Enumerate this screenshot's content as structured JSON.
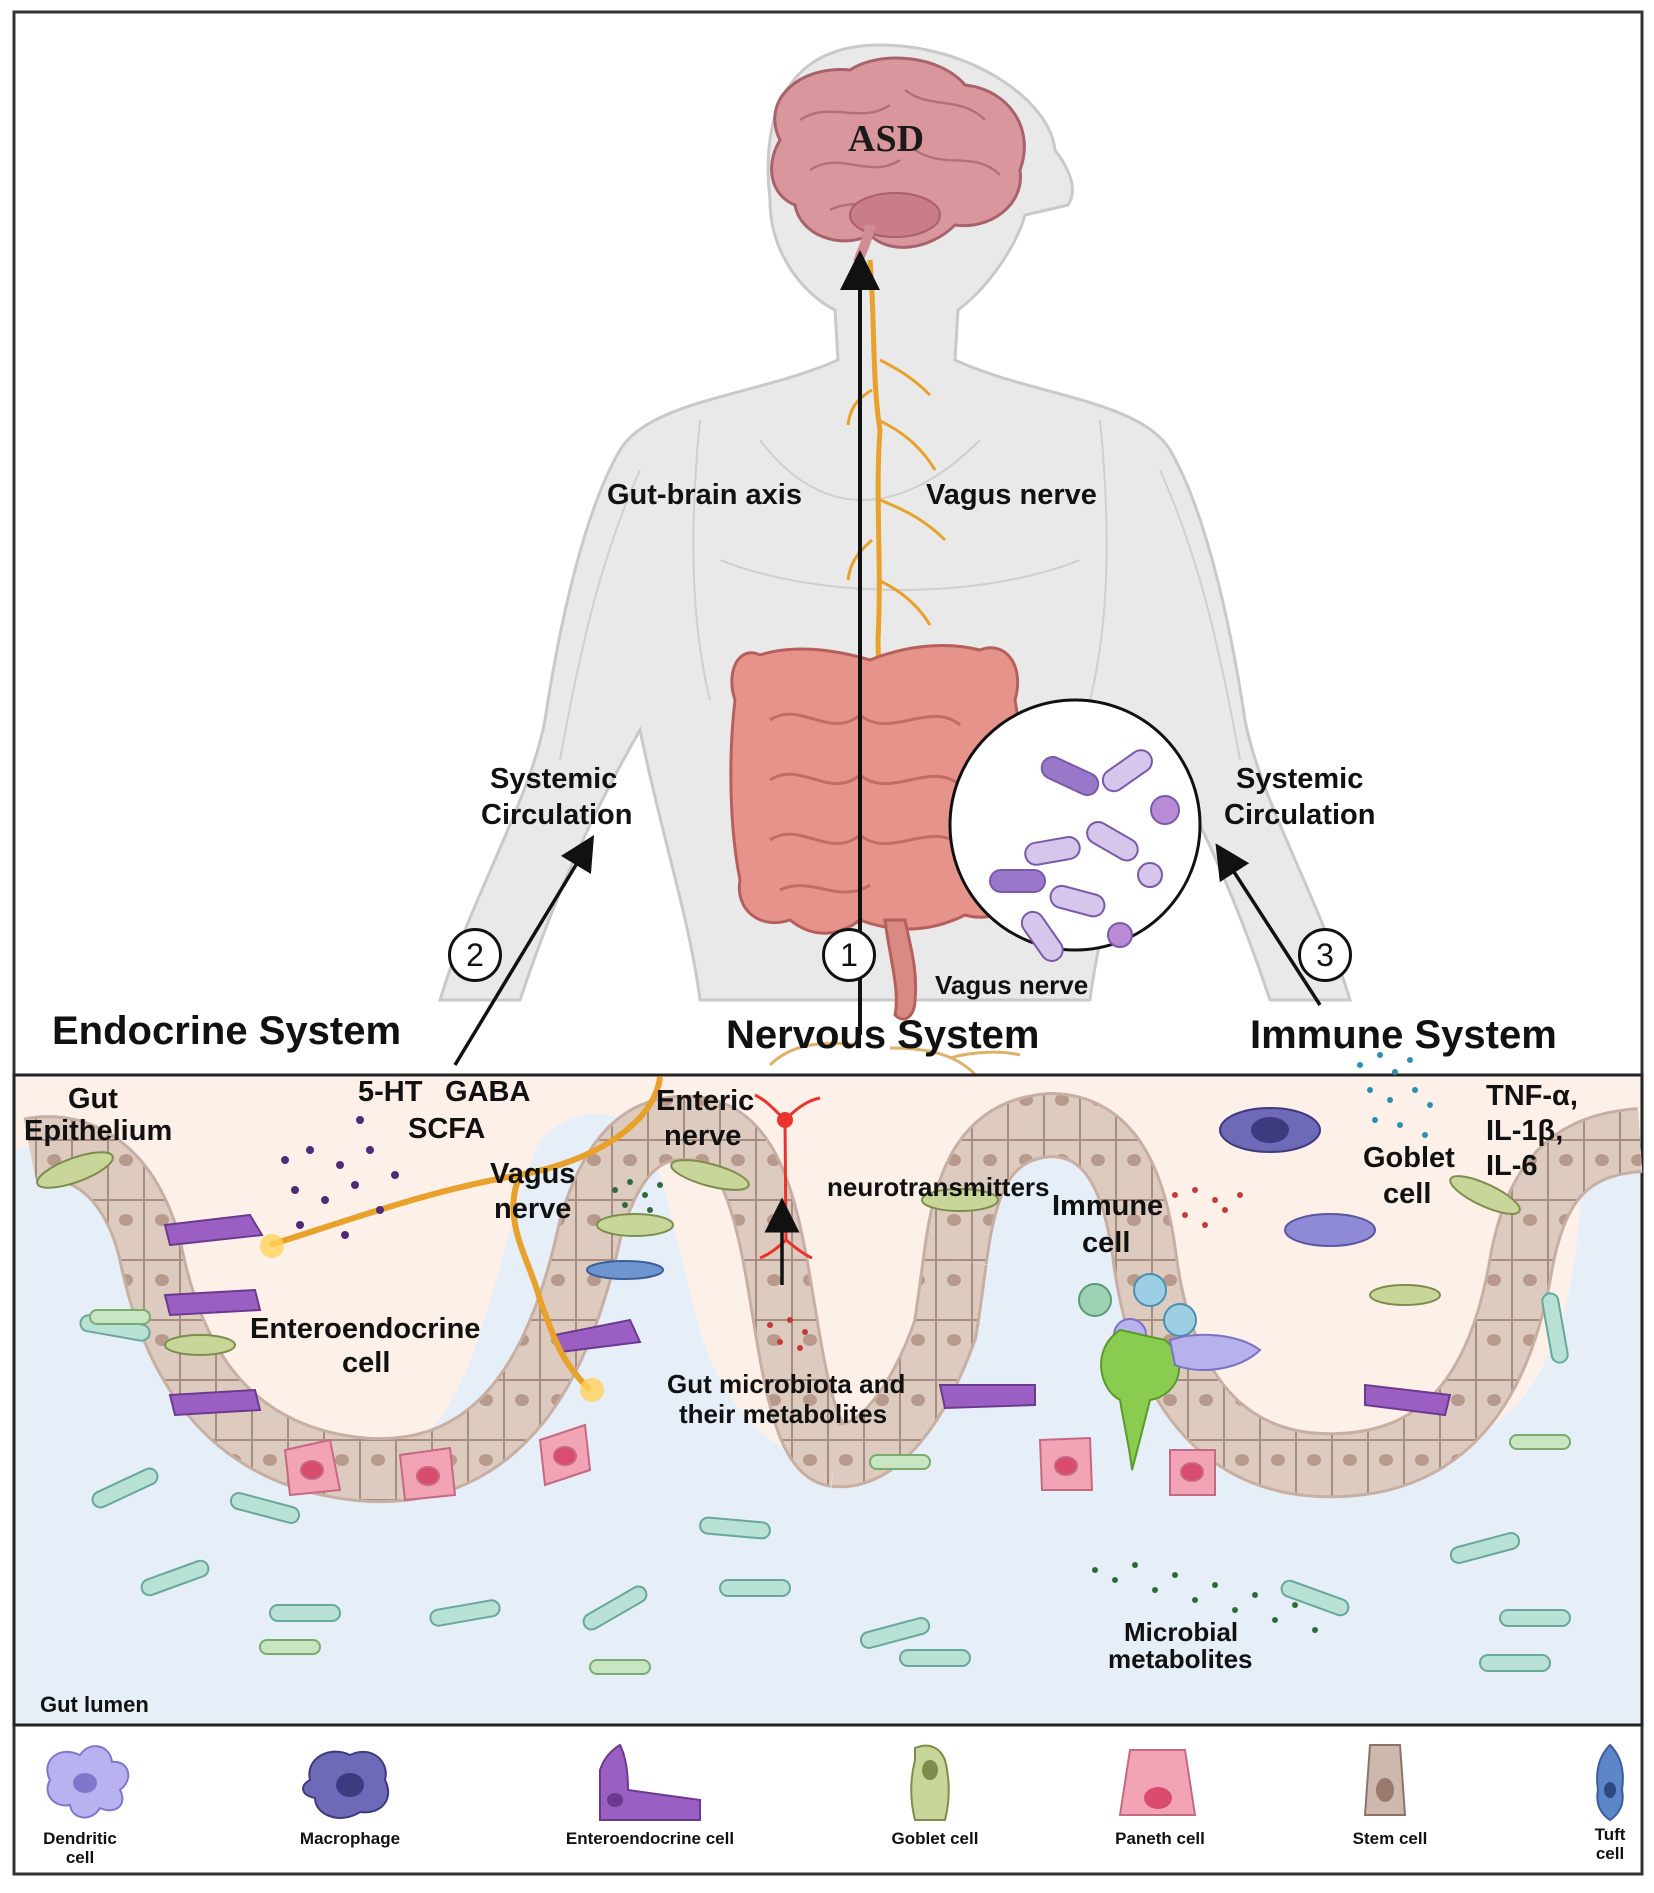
{
  "diagram": {
    "top": {
      "brain_label": "ASD",
      "gut_brain_axis": "Gut-brain axis",
      "vagus_nerve_upper": "Vagus nerve",
      "vagus_nerve_lower": "Vagus nerve",
      "systemic_left_1": "Systemic",
      "systemic_left_2": "Circulation",
      "systemic_right_1": "Systemic",
      "systemic_right_2": "Circulation",
      "step_1": "1",
      "step_2": "2",
      "step_3": "3",
      "endocrine_system": "Endocrine System",
      "nervous_system": "Nervous System",
      "immune_system": "Immune System"
    },
    "gut": {
      "gut_epithelium_1": "Gut",
      "gut_epithelium_2": "Epithelium",
      "ht5": "5-HT",
      "gaba": "GABA",
      "scfa": "SCFA",
      "vagus_nerve_1": "Vagus",
      "vagus_nerve_2": "nerve",
      "enteric_nerve_1": "Enteric",
      "enteric_nerve_2": "nerve",
      "neurotransmitters": "neurotransmitters",
      "immune_cell_1": "Immune",
      "immune_cell_2": "cell",
      "goblet_cell_1": "Goblet",
      "goblet_cell_2": "cell",
      "tnf": "TNF-α,",
      "il1b": "IL-1β,",
      "il6": "IL-6",
      "enteroendocrine_1": "Enteroendocrine",
      "enteroendocrine_2": "cell",
      "microbiota_1": "Gut microbiota and",
      "microbiota_2": "their metabolites",
      "microbial_metabolites_1": "Microbial",
      "microbial_metabolites_2": "metabolites",
      "gut_lumen": "Gut lumen"
    },
    "legend": [
      {
        "label_1": "Dendritic",
        "label_2": "cell",
        "icon": "dendritic-cell-icon",
        "color": "#b8b2f0"
      },
      {
        "label_1": "Macrophage",
        "label_2": "",
        "icon": "macrophage-icon",
        "color": "#6e6ab8"
      },
      {
        "label_1": "Enteroendocrine cell",
        "label_2": "",
        "icon": "enteroendocrine-cell-icon",
        "color": "#9b5fc4"
      },
      {
        "label_1": "Goblet cell",
        "label_2": "",
        "icon": "goblet-cell-icon",
        "color": "#b9c98a"
      },
      {
        "label_1": "Paneth cell",
        "label_2": "",
        "icon": "paneth-cell-icon",
        "color": "#f2a3b6"
      },
      {
        "label_1": "Stem cell",
        "label_2": "",
        "icon": "stem-cell-icon",
        "color": "#cdb8ad"
      },
      {
        "label_1": "Tuft",
        "label_2": "cell",
        "icon": "tuft-cell-icon",
        "color": "#5c86c9"
      }
    ],
    "colors": {
      "lumen": "#e6eef8",
      "tissue": "#fdf0e8",
      "body": "#e8e8e8",
      "nerve": "#e8a12a",
      "intestine": "#e6938c",
      "brain": "#d8959a"
    }
  }
}
